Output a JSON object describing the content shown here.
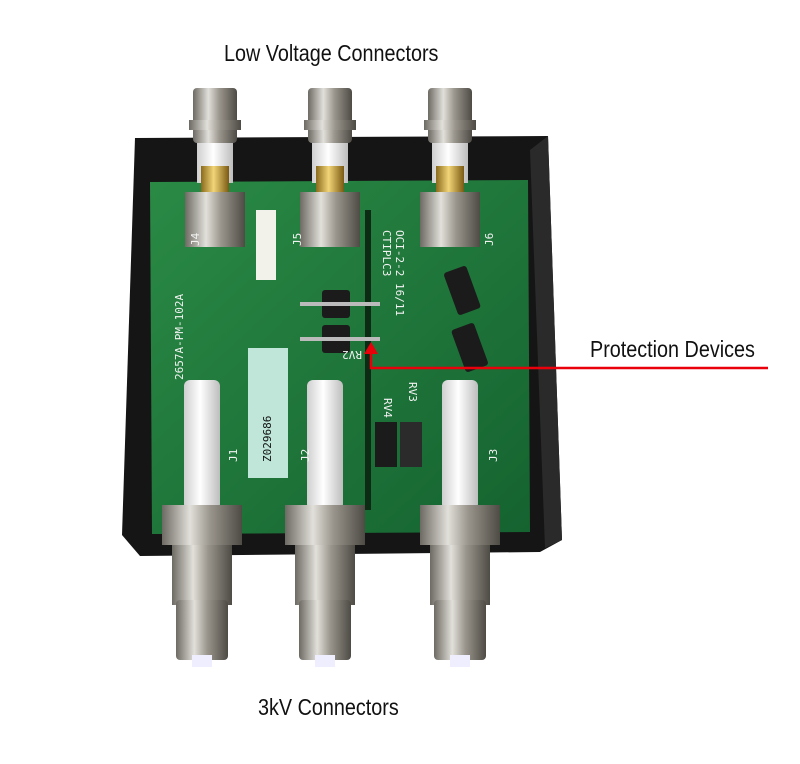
{
  "labels": {
    "top": "Low Voltage Connectors",
    "right": "Protection Devices",
    "bottom": "3kV Connectors"
  },
  "pcb_markings": {
    "board_id": "2657A-PM-102A",
    "module": "CTIPLC3",
    "code": "OCI-2-2 16/11",
    "serial": "Z029686",
    "ref_j": [
      "J1",
      "J2",
      "J3",
      "J4",
      "J5",
      "J6"
    ],
    "ref_rv": [
      "RV2",
      "RV3",
      "RV4"
    ]
  },
  "colors": {
    "annotation_arrow": "#e8000b",
    "pcb": "#1f7a3a",
    "enclosure": "#151515"
  }
}
